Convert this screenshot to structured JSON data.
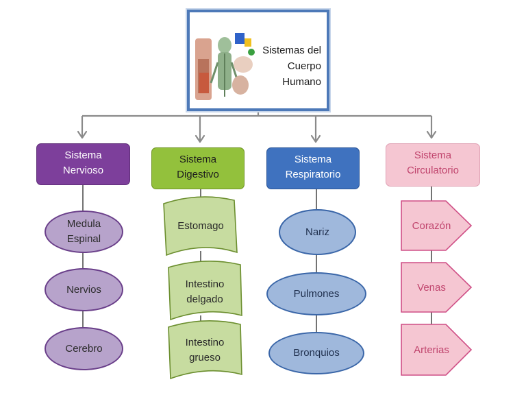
{
  "title": {
    "line1": "Sistemas del",
    "line2": "Cuerpo",
    "line3": "Humano"
  },
  "systems": [
    {
      "header_line1": "Sistema",
      "header_line2": "Nervioso",
      "color": "#7d3f9b",
      "items": [
        {
          "line1": "Medula",
          "line2": "Espinal"
        },
        {
          "line1": "Nervios"
        },
        {
          "line1": "Cerebro"
        }
      ]
    },
    {
      "header_line1": "Sistema",
      "header_line2": "Digestivo",
      "color": "#93c13c",
      "items": [
        {
          "line1": "Estomago"
        },
        {
          "line1": "Intestino",
          "line2": "delgado"
        },
        {
          "line1": "Intestino",
          "line2": "grueso"
        }
      ]
    },
    {
      "header_line1": "Sistema",
      "header_line2": "Respiratorio",
      "color": "#3f72bf",
      "items": [
        {
          "line1": "Nariz"
        },
        {
          "line1": "Pulmones"
        },
        {
          "line1": "Bronquios"
        }
      ]
    },
    {
      "header_line1": "Sistema",
      "header_line2": "Circulatorio",
      "color": "#f5c6d2",
      "items": [
        {
          "line1": "Corazón"
        },
        {
          "line1": "Venas"
        },
        {
          "line1": "Arterias"
        }
      ]
    }
  ],
  "icons": {
    "title_image": "human-anatomy-collage-icon"
  }
}
